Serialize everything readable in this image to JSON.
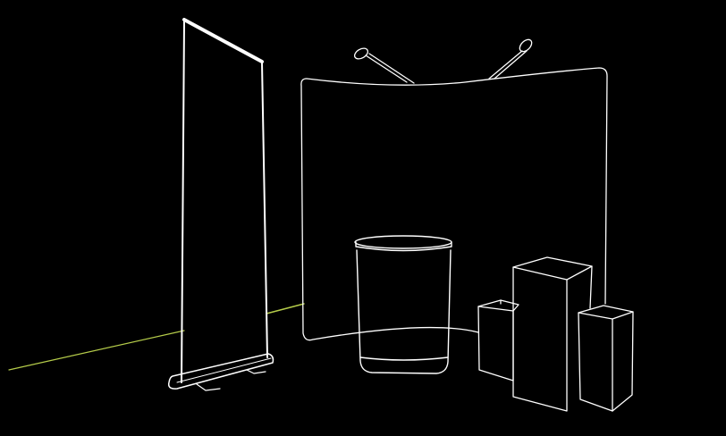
{
  "scene": {
    "description_text": "",
    "colors": {
      "background": "#000000",
      "outline": "#ffffff",
      "floor_line": "#b5cc4a"
    },
    "objects": [
      {
        "name": "roll-up-banner"
      },
      {
        "name": "curved-backwall"
      },
      {
        "name": "spotlight-left"
      },
      {
        "name": "spotlight-right"
      },
      {
        "name": "counter"
      },
      {
        "name": "plinth-small"
      },
      {
        "name": "plinth-tall"
      },
      {
        "name": "plinth-medium"
      }
    ]
  }
}
